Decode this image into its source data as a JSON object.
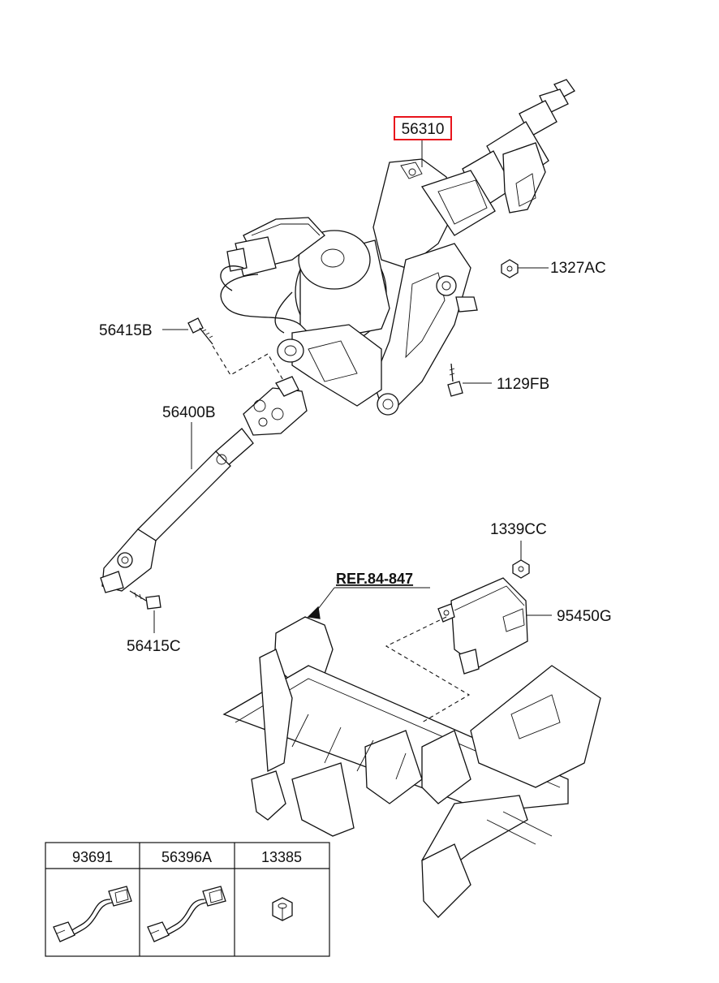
{
  "diagram": {
    "callouts": {
      "steering_column": "56310",
      "nut": "1327AC",
      "bolt_upper": "56415B",
      "bolt_mount": "1129FB",
      "intermediate_shaft": "56400B",
      "bolt_lower": "56415C",
      "module_nut": "1339CC",
      "reference": "REF.84-847",
      "control_module": "95450G"
    },
    "highlight_color": "#e8141c",
    "parts_table": {
      "headers": [
        "93691",
        "56396A",
        "13385"
      ],
      "icons": [
        "wiring-connector-icon",
        "wiring-connector-icon",
        "nut-icon"
      ]
    }
  }
}
